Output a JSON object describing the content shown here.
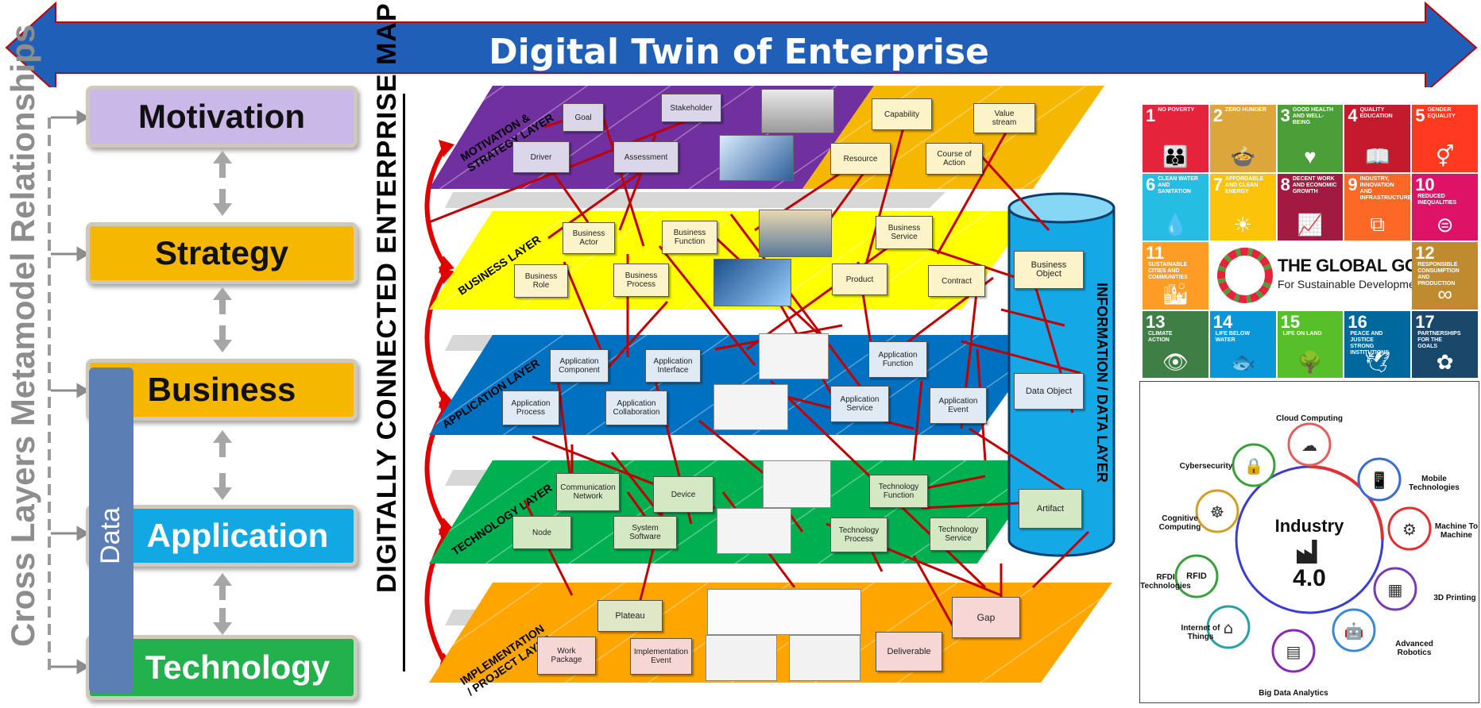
{
  "banner": {
    "title": "Digital Twin of Enterprise",
    "color": "#1f5fb8"
  },
  "side_title": "Cross Layers Metamodel Relationships",
  "map_title": "DIGITALLY CONNECTED  ENTERPRISE MAP",
  "info_layer_title": "INFORMATION / DATA LAYER",
  "metamodel": {
    "boxes": [
      {
        "label": "Motivation",
        "color": "#c9b8e8"
      },
      {
        "label": "Strategy",
        "color": "#f5b700"
      },
      {
        "label": "Business",
        "color": "#f5b700"
      },
      {
        "label": "Application",
        "color": "#12a8e4"
      },
      {
        "label": "Technology",
        "color": "#22b14c"
      }
    ],
    "data_label": "Data"
  },
  "layers": {
    "motivation": {
      "label": "MOTIVATION &\nSTRATEGY LAYER",
      "color": "#7030a0",
      "strategy_color": "#f5b700"
    },
    "business": {
      "label": "BUSINESS LAYER",
      "color": "#ffff00"
    },
    "application": {
      "label": "APPLICATION LAYER",
      "color": "#0070c0"
    },
    "technology": {
      "label": "TECHNOLOGY LAYER",
      "color": "#00b050"
    },
    "implementation": {
      "label": "IMPLEMENTATION\n/ PROJECT LAYER",
      "color": "#ffa500"
    }
  },
  "elements": {
    "goal": "Goal",
    "stakeholder": "Stakeholder",
    "driver": "Driver",
    "assessment": "Assessment",
    "capability": "Capability",
    "value_stream": "Value\nstream",
    "resource": "Resource",
    "course_of_action": "Course of\nAction",
    "business_actor": "Business\nActor",
    "business_function": "Business\nFunction",
    "business_role": "Business\nRole",
    "business_process": "Business\nProcess",
    "business_service": "Business\nService",
    "product": "Product",
    "contract": "Contract",
    "business_object": "Business\nObject",
    "application_component": "Application\nComponent",
    "application_interface": "Application\nInterface",
    "application_process": "Application\nProcess",
    "application_collaboration": "Application\nCollaboration",
    "application_function": "Application\nFunction",
    "application_service": "Application\nService",
    "application_event": "Application\nEvent",
    "data_object": "Data Object",
    "communication_network": "Communication\nNetwork",
    "device": "Device",
    "node": "Node",
    "system_software": "System\nSoftware",
    "technology_function": "Technology\nFunction",
    "technology_process": "Technology\nProcess",
    "technology_service": "Technology\nService",
    "artifact": "Artifact",
    "plateau": "Plateau",
    "work_package": "Work\nPackage",
    "implementation_event": "Implementation\nEvent",
    "deliverable": "Deliverable",
    "gap": "Gap"
  },
  "sdg": {
    "title": "THE GLOBAL GOALS",
    "subtitle": "For Sustainable Development",
    "goals": [
      {
        "num": "1",
        "text": "NO POVERTY",
        "color": "#e5243b"
      },
      {
        "num": "2",
        "text": "ZERO HUNGER",
        "color": "#dda63a"
      },
      {
        "num": "3",
        "text": "GOOD HEALTH AND WELL-BEING",
        "color": "#4c9f38"
      },
      {
        "num": "4",
        "text": "QUALITY EDUCATION",
        "color": "#c5192d"
      },
      {
        "num": "5",
        "text": "GENDER EQUALITY",
        "color": "#ff3a21"
      },
      {
        "num": "6",
        "text": "CLEAN WATER AND SANITATION",
        "color": "#26bde2"
      },
      {
        "num": "7",
        "text": "AFFORDABLE AND CLEAN ENERGY",
        "color": "#fcc30b"
      },
      {
        "num": "8",
        "text": "DECENT WORK AND ECONOMIC GROWTH",
        "color": "#a21942"
      },
      {
        "num": "9",
        "text": "INDUSTRY, INNOVATION AND INFRASTRUCTURE",
        "color": "#fd6925"
      },
      {
        "num": "10",
        "text": "REDUCED INEQUALITIES",
        "color": "#dd1367"
      },
      {
        "num": "11",
        "text": "SUSTAINABLE CITIES AND COMMUNITIES",
        "color": "#fd9d24"
      },
      {
        "num": "12",
        "text": "RESPONSIBLE CONSUMPTION AND PRODUCTION",
        "color": "#bf8b2e"
      },
      {
        "num": "13",
        "text": "CLIMATE ACTION",
        "color": "#3f7e44"
      },
      {
        "num": "14",
        "text": "LIFE BELOW WATER",
        "color": "#0a97d9"
      },
      {
        "num": "15",
        "text": "LIFE ON LAND",
        "color": "#56c02b"
      },
      {
        "num": "16",
        "text": "PEACE AND JUSTICE STRONG INSTITUTIONS",
        "color": "#00689d"
      },
      {
        "num": "17",
        "text": "PARTNERSHIPS FOR THE GOALS",
        "color": "#19486a"
      }
    ]
  },
  "industry": {
    "center_top": "Industry",
    "center_bottom": "4.0",
    "items": [
      "Cloud Computing",
      "Mobile\nTechnologies",
      "Machine To\nMachine",
      "3D Printing",
      "Advanced\nRobotics",
      "Big Data Analytics",
      "Internet of\nThings",
      "RFDI\nTechnologies",
      "Cognitive\nComputing",
      "Cybersecurity"
    ],
    "rfid": "RFID"
  }
}
